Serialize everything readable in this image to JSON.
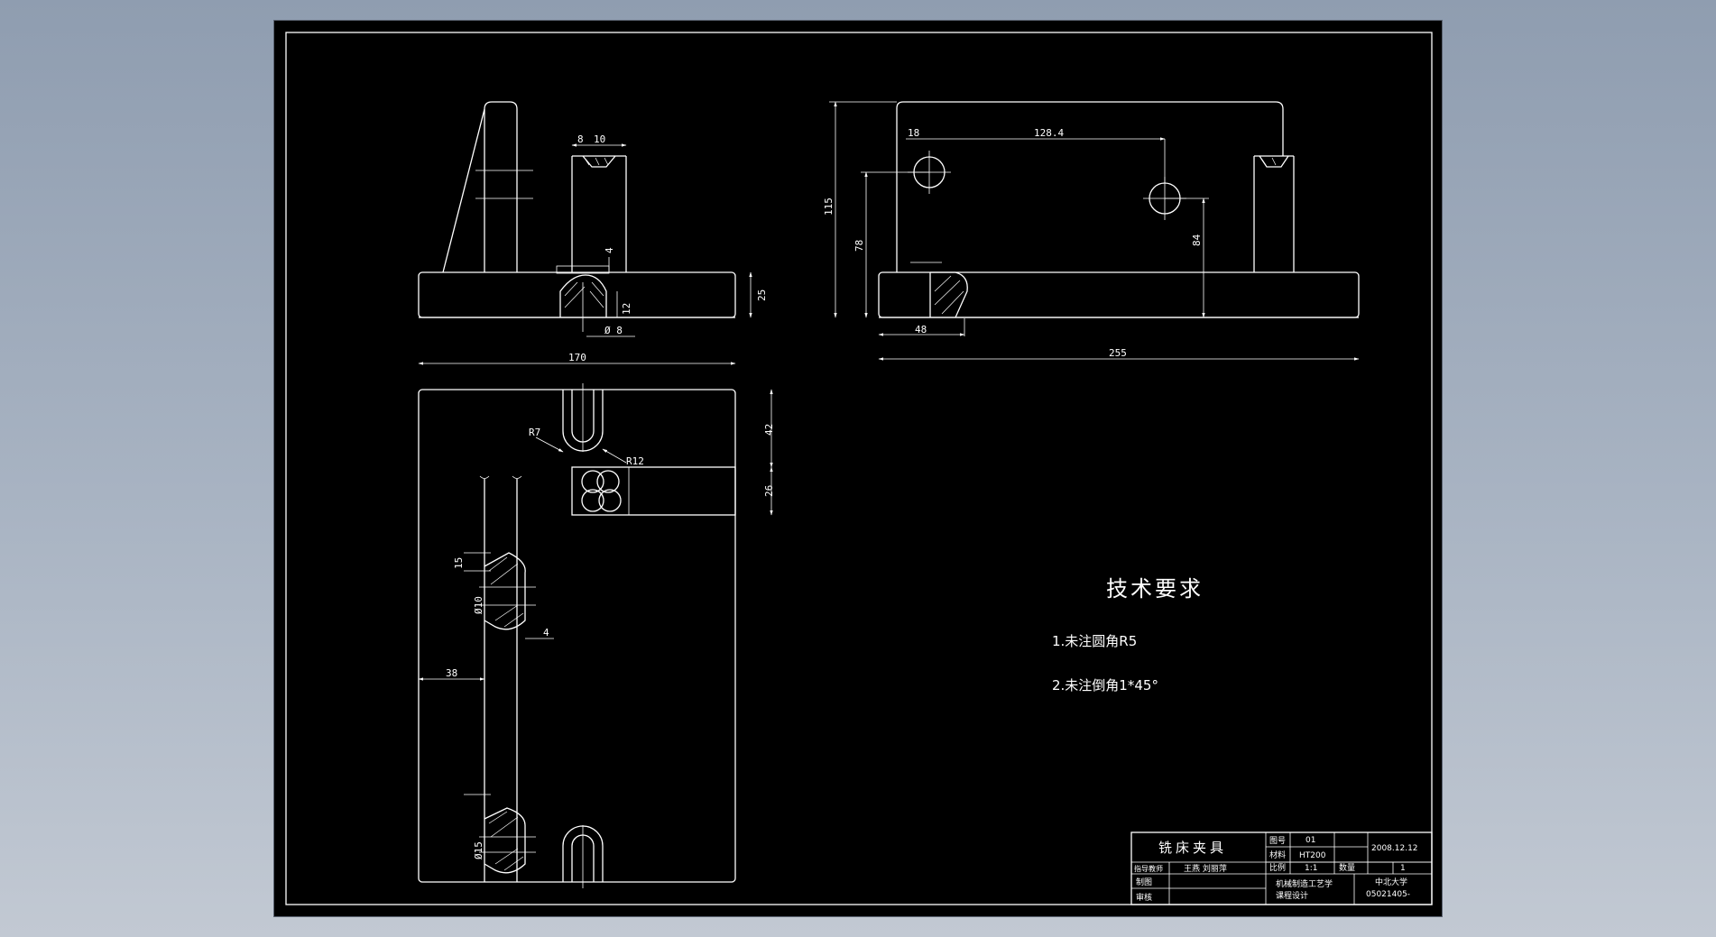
{
  "dimensions": {
    "d8": "8",
    "d10": "10",
    "d4_top": "4",
    "d12": "12",
    "d25": "25",
    "d_phi8": "Ø 8",
    "d170": "170",
    "d18": "18",
    "d128": "128.4",
    "d115": "115",
    "d78": "78",
    "d84": "84",
    "d48": "48",
    "d255": "255",
    "d42": "42",
    "d26": "26",
    "dR7": "R7",
    "dR12": "R12",
    "d15": "15",
    "d_phi10": "Ø10",
    "d4_side": "4",
    "d38": "38",
    "d_phi15": "Ø15"
  },
  "tech_requirements": {
    "title": "技术要求",
    "items": [
      "1.未注圆角R5",
      "2.未注倒角1*45°"
    ]
  },
  "title_block": {
    "name": "铣床夹具",
    "drawing_no_label": "图号",
    "drawing_no": "01",
    "material_label": "材料",
    "material": "HT200",
    "scale_label": "比例",
    "scale": "1:1",
    "qty_label": "数量",
    "qty": "1",
    "date": "2008.12.12",
    "instructor_label": "指导教师",
    "instructor": "王燕 刘丽萍",
    "drawn_label": "制图",
    "checked_label": "审核",
    "course": "机械制造工艺学",
    "course2": "课程设计",
    "school": "中北大学",
    "student_no": "05021405-"
  }
}
